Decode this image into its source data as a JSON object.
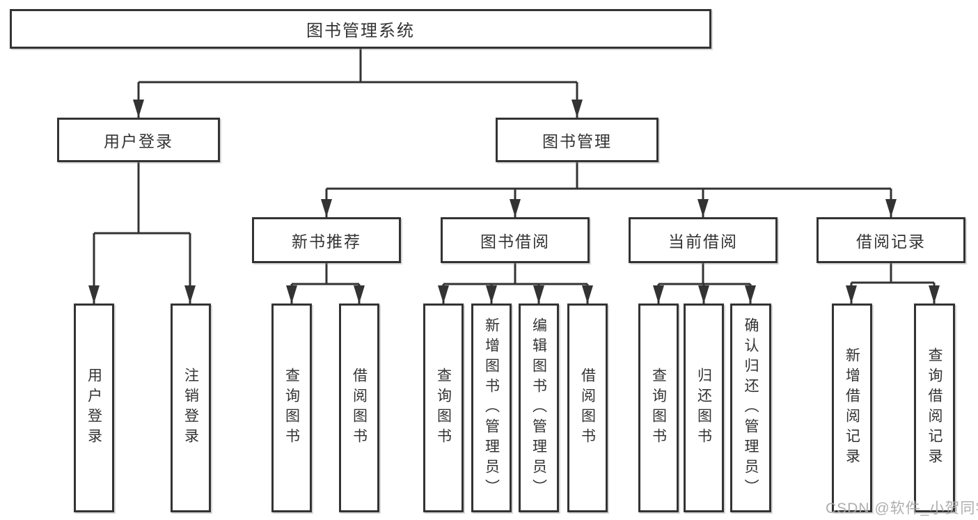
{
  "diagram": {
    "type": "hierarchy-tree",
    "tree": {
      "label": "图书管理系统",
      "children": [
        {
          "label": "用户登录",
          "children": [
            {
              "label": "用户登录"
            },
            {
              "label": "注销登录"
            }
          ]
        },
        {
          "label": "图书管理",
          "children": [
            {
              "label": "新书推荐",
              "children": [
                {
                  "label": "查询图书"
                },
                {
                  "label": "借阅图书"
                }
              ]
            },
            {
              "label": "图书借阅",
              "children": [
                {
                  "label": "查询图书"
                },
                {
                  "label": "新增图书（管理员）"
                },
                {
                  "label": "编辑图书（管理员）"
                },
                {
                  "label": "借阅图书"
                }
              ]
            },
            {
              "label": "当前借阅",
              "children": [
                {
                  "label": "查询图书"
                },
                {
                  "label": "归还图书"
                },
                {
                  "label": "确认归还（管理员）"
                }
              ]
            },
            {
              "label": "借阅记录",
              "children": [
                {
                  "label": "新增借阅记录"
                },
                {
                  "label": "查询借阅记录"
                }
              ]
            }
          ]
        }
      ]
    },
    "colors": {
      "line": "#333333",
      "text": "#333333",
      "box_background": "#ffffff",
      "watermark": "#aaaaaa"
    }
  },
  "watermark": {
    "text": "CSDN @软件_小贺同学"
  }
}
